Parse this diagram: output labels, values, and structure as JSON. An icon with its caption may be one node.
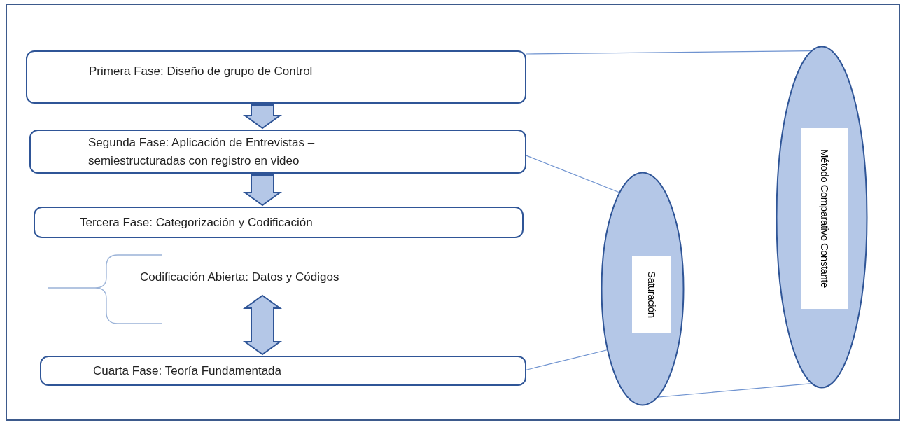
{
  "diagram": {
    "nodes": [
      {
        "text": [
          "Primera Fase: Diseño de grupo de Control"
        ]
      },
      {
        "text": [
          "Segunda Fase: Aplicación de Entrevistas – semiestructuradas con registro en video"
        ]
      },
      {
        "text": [
          "Tercera Fase: Categorización y Codificación"
        ]
      },
      {
        "text": [
          "Codificación Abierta: Datos y Códigos"
        ]
      },
      {
        "text": [
          "Cuarta Fase: Teoría Fundamentada"
        ]
      },
      {
        "text": [
          "Saturación"
        ]
      },
      {
        "text": [
          "Método Comparativo Constante"
        ]
      }
    ],
    "edges": [
      {
        "from": 0,
        "to": 1,
        "arrow": "to",
        "style": "thick"
      },
      {
        "from": 1,
        "to": 2,
        "arrow": "to",
        "style": "thick"
      },
      {
        "from": 3,
        "to": 4,
        "arrow": "both",
        "style": "thick"
      },
      {
        "from": 0,
        "to": 6,
        "arrow": "none"
      },
      {
        "from": 1,
        "to": 5,
        "arrow": "none"
      },
      {
        "from": 4,
        "to": 5,
        "arrow": "none"
      },
      {
        "from": 5,
        "to": 6,
        "arrow": "none"
      }
    ]
  }
}
